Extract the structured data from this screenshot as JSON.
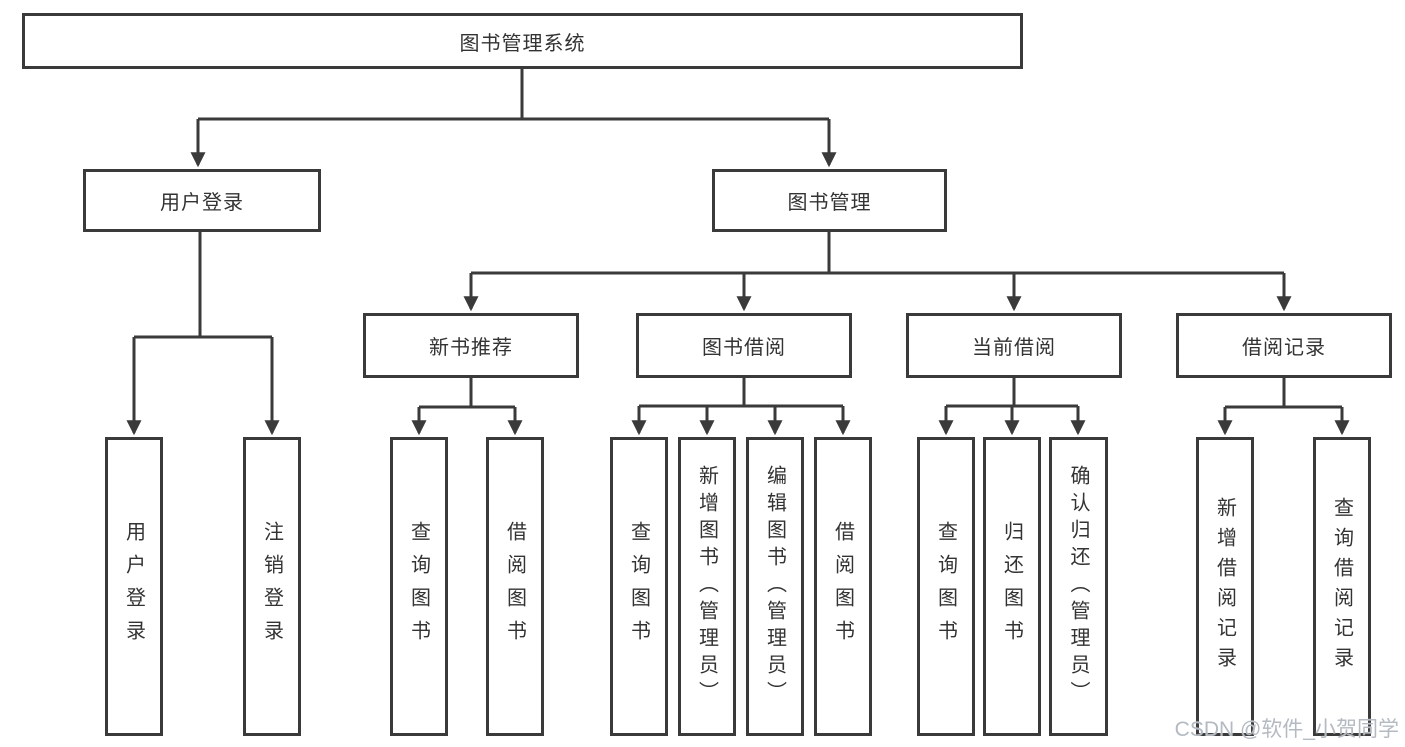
{
  "diagram": {
    "title": "图书管理系统",
    "watermark": "CSDN @软件_小贺同学",
    "colors": {
      "line": "#3a3a3a",
      "box_border": "#3a3a3a",
      "text": "#333333",
      "watermark": "#b4bac2",
      "background": "#ffffff"
    },
    "tree": {
      "root": {
        "label": "图书管理系统"
      },
      "level2": {
        "user_login": {
          "label": "用户登录"
        },
        "book_management": {
          "label": "图书管理"
        }
      },
      "level3": {
        "new_books": {
          "label": "新书推荐"
        },
        "book_borrowing": {
          "label": "图书借阅"
        },
        "current_borrowing": {
          "label": "当前借阅"
        },
        "borrowing_records": {
          "label": "借阅记录"
        }
      },
      "leaves": {
        "user_login": [
          "用户登录",
          "注销登录"
        ],
        "new_books": [
          "查询图书",
          "借阅图书"
        ],
        "book_borrowing": [
          "查询图书",
          "新增图书（管理员）",
          "编辑图书（管理员）",
          "借阅图书"
        ],
        "current_borrowing": [
          "查询图书",
          "归还图书",
          "确认归还（管理员）"
        ],
        "borrowing_records": [
          "新增借阅记录",
          "查询借阅记录"
        ]
      }
    }
  }
}
